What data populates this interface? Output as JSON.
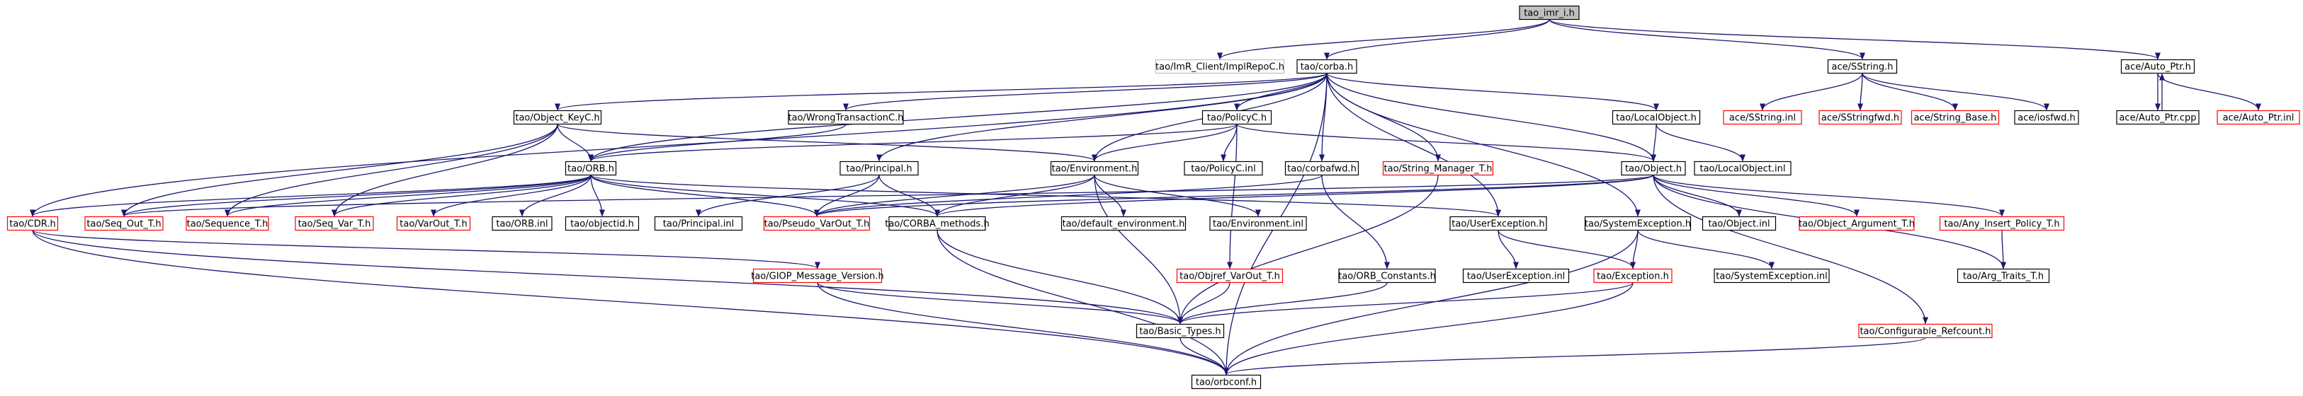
{
  "colors": {
    "edge": "#191970",
    "normal_border": "#000000",
    "missing_border": "#ff0000",
    "external_border": "#bfbfbf",
    "root_fill": "#bfbfbf",
    "node_fill": "#ffffff"
  },
  "nodes": [
    {
      "id": "tao_imr_i_h",
      "label": "tao_imr_i.h",
      "style": "root"
    },
    {
      "id": "tao_imr_client_implrepoc_h",
      "label": "tao/ImR_Client/ImplRepoC.h",
      "style": "external"
    },
    {
      "id": "tao_corba_h",
      "label": "tao/corba.h",
      "style": "normal"
    },
    {
      "id": "ace_sstring_h",
      "label": "ace/SString.h",
      "style": "normal"
    },
    {
      "id": "ace_auto_ptr_h",
      "label": "ace/Auto_Ptr.h",
      "style": "normal"
    },
    {
      "id": "tao_object_keyc_h",
      "label": "tao/Object_KeyC.h",
      "style": "normal"
    },
    {
      "id": "tao_wrongtransactionc_h",
      "label": "tao/WrongTransactionC.h",
      "style": "normal"
    },
    {
      "id": "tao_policyc_h",
      "label": "tao/PolicyC.h",
      "style": "normal"
    },
    {
      "id": "tao_localobject_h",
      "label": "tao/LocalObject.h",
      "style": "normal"
    },
    {
      "id": "ace_sstring_inl",
      "label": "ace/SString.inl",
      "style": "missing"
    },
    {
      "id": "ace_sstringfwd_h",
      "label": "ace/SStringfwd.h",
      "style": "missing"
    },
    {
      "id": "ace_string_base_h",
      "label": "ace/String_Base.h",
      "style": "missing"
    },
    {
      "id": "ace_iosfwd_h",
      "label": "ace/iosfwd.h",
      "style": "normal"
    },
    {
      "id": "ace_auto_ptr_cpp",
      "label": "ace/Auto_Ptr.cpp",
      "style": "normal"
    },
    {
      "id": "ace_auto_ptr_inl",
      "label": "ace/Auto_Ptr.inl",
      "style": "missing"
    },
    {
      "id": "tao_orb_h",
      "label": "tao/ORB.h",
      "style": "normal"
    },
    {
      "id": "tao_principal_h",
      "label": "tao/Principal.h",
      "style": "normal"
    },
    {
      "id": "tao_environment_h",
      "label": "tao/Environment.h",
      "style": "normal"
    },
    {
      "id": "tao_policyc_inl",
      "label": "tao/PolicyC.inl",
      "style": "normal"
    },
    {
      "id": "tao_corbafwd_h",
      "label": "tao/corbafwd.h",
      "style": "normal"
    },
    {
      "id": "tao_string_manager_t_h",
      "label": "tao/String_Manager_T.h",
      "style": "missing"
    },
    {
      "id": "tao_object_h",
      "label": "tao/Object.h",
      "style": "normal"
    },
    {
      "id": "tao_localobject_inl",
      "label": "tao/LocalObject.inl",
      "style": "normal"
    },
    {
      "id": "tao_cdr_h",
      "label": "tao/CDR.h",
      "style": "missing"
    },
    {
      "id": "tao_seq_out_t_h",
      "label": "tao/Seq_Out_T.h",
      "style": "missing"
    },
    {
      "id": "tao_sequence_t_h",
      "label": "tao/Sequence_T.h",
      "style": "missing"
    },
    {
      "id": "tao_seq_var_t_h",
      "label": "tao/Seq_Var_T.h",
      "style": "missing"
    },
    {
      "id": "tao_varout_t_h",
      "label": "tao/VarOut_T.h",
      "style": "missing"
    },
    {
      "id": "tao_orb_inl",
      "label": "tao/ORB.inl",
      "style": "normal"
    },
    {
      "id": "tao_objectid_h",
      "label": "tao/objectid.h",
      "style": "normal"
    },
    {
      "id": "tao_principal_inl",
      "label": "tao/Principal.inl",
      "style": "normal"
    },
    {
      "id": "tao_pseudo_varout_t_h",
      "label": "tao/Pseudo_VarOut_T.h",
      "style": "missing"
    },
    {
      "id": "tao_corba_methods_h",
      "label": "tao/CORBA_methods.h",
      "style": "normal"
    },
    {
      "id": "tao_default_environment_h",
      "label": "tao/default_environment.h",
      "style": "normal"
    },
    {
      "id": "tao_environment_inl",
      "label": "tao/Environment.inl",
      "style": "normal"
    },
    {
      "id": "tao_userexception_h",
      "label": "tao/UserException.h",
      "style": "normal"
    },
    {
      "id": "tao_systemexception_h",
      "label": "tao/SystemException.h",
      "style": "normal"
    },
    {
      "id": "tao_object_inl",
      "label": "tao/Object.inl",
      "style": "normal"
    },
    {
      "id": "tao_object_argument_t_h",
      "label": "tao/Object_Argument_T.h",
      "style": "missing"
    },
    {
      "id": "tao_any_insert_policy_t_h",
      "label": "tao/Any_Insert_Policy_T.h",
      "style": "missing"
    },
    {
      "id": "tao_giop_message_version_h",
      "label": "tao/GIOP_Message_Version.h",
      "style": "missing"
    },
    {
      "id": "tao_objref_varout_t_h",
      "label": "tao/Objref_VarOut_T.h",
      "style": "missing"
    },
    {
      "id": "tao_orb_constants_h",
      "label": "tao/ORB_Constants.h",
      "style": "normal"
    },
    {
      "id": "tao_userexception_inl",
      "label": "tao/UserException.inl",
      "style": "normal"
    },
    {
      "id": "tao_exception_h",
      "label": "tao/Exception.h",
      "style": "missing"
    },
    {
      "id": "tao_systemexception_inl",
      "label": "tao/SystemException.inl",
      "style": "normal"
    },
    {
      "id": "tao_arg_traits_t_h",
      "label": "tao/Arg_Traits_T.h",
      "style": "normal"
    },
    {
      "id": "tao_basic_types_h",
      "label": "tao/Basic_Types.h",
      "style": "normal"
    },
    {
      "id": "tao_configurable_refcount_h",
      "label": "tao/Configurable_Refcount.h",
      "style": "missing"
    },
    {
      "id": "tao_orbconf_h",
      "label": "tao/orbconf.h",
      "style": "normal"
    }
  ],
  "edges": [
    [
      "tao_imr_i_h",
      "tao_imr_client_implrepoc_h"
    ],
    [
      "tao_imr_i_h",
      "tao_corba_h"
    ],
    [
      "tao_imr_i_h",
      "ace_sstring_h"
    ],
    [
      "tao_imr_i_h",
      "ace_auto_ptr_h"
    ],
    [
      "tao_corba_h",
      "tao_object_keyc_h"
    ],
    [
      "tao_corba_h",
      "tao_wrongtransactionc_h"
    ],
    [
      "tao_corba_h",
      "tao_policyc_h"
    ],
    [
      "tao_corba_h",
      "tao_localobject_h"
    ],
    [
      "tao_corba_h",
      "tao_orb_h"
    ],
    [
      "tao_corba_h",
      "tao_principal_h"
    ],
    [
      "tao_corba_h",
      "tao_environment_h"
    ],
    [
      "tao_corba_h",
      "tao_corbafwd_h"
    ],
    [
      "tao_corba_h",
      "tao_string_manager_t_h"
    ],
    [
      "tao_corba_h",
      "tao_object_h"
    ],
    [
      "tao_corba_h",
      "tao_userexception_h"
    ],
    [
      "tao_corba_h",
      "tao_systemexception_h"
    ],
    [
      "tao_corba_h",
      "tao_cdr_h"
    ],
    [
      "tao_corba_h",
      "tao_orbconf_h"
    ],
    [
      "ace_sstring_h",
      "ace_sstring_inl"
    ],
    [
      "ace_sstring_h",
      "ace_sstringfwd_h"
    ],
    [
      "ace_sstring_h",
      "ace_string_base_h"
    ],
    [
      "ace_sstring_h",
      "ace_iosfwd_h"
    ],
    [
      "ace_auto_ptr_h",
      "ace_auto_ptr_cpp"
    ],
    [
      "ace_auto_ptr_h",
      "ace_auto_ptr_inl"
    ],
    [
      "ace_auto_ptr_cpp",
      "ace_auto_ptr_h"
    ],
    [
      "tao_object_keyc_h",
      "tao_orb_h"
    ],
    [
      "tao_object_keyc_h",
      "tao_seq_out_t_h"
    ],
    [
      "tao_object_keyc_h",
      "tao_sequence_t_h"
    ],
    [
      "tao_object_keyc_h",
      "tao_seq_var_t_h"
    ],
    [
      "tao_object_keyc_h",
      "tao_environment_h"
    ],
    [
      "tao_wrongtransactionc_h",
      "tao_orb_h"
    ],
    [
      "tao_policyc_h",
      "tao_environment_h"
    ],
    [
      "tao_policyc_h",
      "tao_policyc_inl"
    ],
    [
      "tao_policyc_h",
      "tao_object_h"
    ],
    [
      "tao_policyc_h",
      "tao_orb_h"
    ],
    [
      "tao_policyc_h",
      "tao_objref_varout_t_h"
    ],
    [
      "tao_localobject_h",
      "tao_object_h"
    ],
    [
      "tao_localobject_h",
      "tao_localobject_inl"
    ],
    [
      "tao_orb_h",
      "tao_cdr_h"
    ],
    [
      "tao_orb_h",
      "tao_seq_out_t_h"
    ],
    [
      "tao_orb_h",
      "tao_sequence_t_h"
    ],
    [
      "tao_orb_h",
      "tao_seq_var_t_h"
    ],
    [
      "tao_orb_h",
      "tao_varout_t_h"
    ],
    [
      "tao_orb_h",
      "tao_orb_inl"
    ],
    [
      "tao_orb_h",
      "tao_objectid_h"
    ],
    [
      "tao_orb_h",
      "tao_pseudo_varout_t_h"
    ],
    [
      "tao_orb_h",
      "tao_corba_methods_h"
    ],
    [
      "tao_orb_h",
      "tao_userexception_h"
    ],
    [
      "tao_principal_h",
      "tao_principal_inl"
    ],
    [
      "tao_principal_h",
      "tao_corba_methods_h"
    ],
    [
      "tao_principal_h",
      "tao_pseudo_varout_t_h"
    ],
    [
      "tao_environment_h",
      "tao_pseudo_varout_t_h"
    ],
    [
      "tao_environment_h",
      "tao_corba_methods_h"
    ],
    [
      "tao_environment_h",
      "tao_default_environment_h"
    ],
    [
      "tao_environment_h",
      "tao_environment_inl"
    ],
    [
      "tao_environment_h",
      "tao_basic_types_h"
    ],
    [
      "tao_corbafwd_h",
      "tao_orb_constants_h"
    ],
    [
      "tao_corbafwd_h",
      "tao_pseudo_varout_t_h"
    ],
    [
      "tao_string_manager_t_h",
      "tao_basic_types_h"
    ],
    [
      "tao_object_h",
      "tao_object_inl"
    ],
    [
      "tao_object_h",
      "tao_object_argument_t_h"
    ],
    [
      "tao_object_h",
      "tao_any_insert_policy_t_h"
    ],
    [
      "tao_object_h",
      "tao_arg_traits_t_h"
    ],
    [
      "tao_object_h",
      "tao_pseudo_varout_t_h"
    ],
    [
      "tao_object_h",
      "tao_corba_methods_h"
    ],
    [
      "tao_object_h",
      "tao_configurable_refcount_h"
    ],
    [
      "tao_object_h",
      "tao_seq_out_t_h"
    ],
    [
      "tao_cdr_h",
      "tao_giop_message_version_h"
    ],
    [
      "tao_cdr_h",
      "tao_basic_types_h"
    ],
    [
      "tao_cdr_h",
      "tao_orbconf_h"
    ],
    [
      "tao_corba_methods_h",
      "tao_basic_types_h"
    ],
    [
      "tao_corba_methods_h",
      "tao_orbconf_h"
    ],
    [
      "tao_userexception_h",
      "tao_userexception_inl"
    ],
    [
      "tao_userexception_h",
      "tao_exception_h"
    ],
    [
      "tao_systemexception_h",
      "tao_exception_h"
    ],
    [
      "tao_systemexception_h",
      "tao_systemexception_inl"
    ],
    [
      "tao_systemexception_h",
      "tao_orbconf_h"
    ],
    [
      "tao_any_insert_policy_t_h",
      "tao_arg_traits_t_h"
    ],
    [
      "tao_giop_message_version_h",
      "tao_basic_types_h"
    ],
    [
      "tao_giop_message_version_h",
      "tao_orbconf_h"
    ],
    [
      "tao_objref_varout_t_h",
      "tao_basic_types_h"
    ],
    [
      "tao_orb_constants_h",
      "tao_basic_types_h"
    ],
    [
      "tao_exception_h",
      "tao_basic_types_h"
    ],
    [
      "tao_exception_h",
      "tao_orbconf_h"
    ],
    [
      "tao_basic_types_h",
      "tao_orbconf_h"
    ],
    [
      "tao_configurable_refcount_h",
      "tao_orbconf_h"
    ]
  ]
}
